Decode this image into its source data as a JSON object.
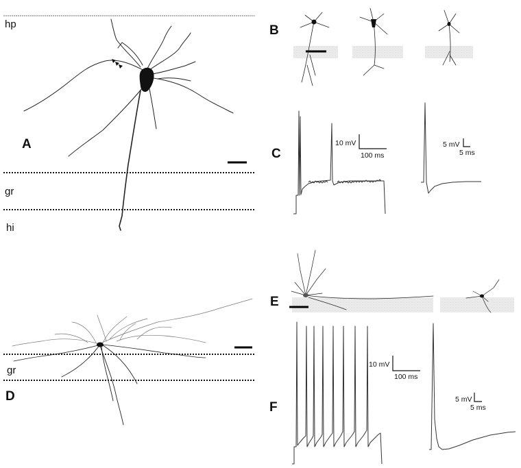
{
  "panels": {
    "A": {
      "label": "A",
      "regions": {
        "hp": "hp",
        "gr": "gr",
        "hi": "hi"
      }
    },
    "B": {
      "label": "B"
    },
    "C": {
      "label": "C",
      "cal_left": {
        "v": "10 mV",
        "t": "100 ms"
      },
      "cal_right": {
        "v": "5 mV",
        "t": "5 ms"
      }
    },
    "D": {
      "label": "D",
      "regions": {
        "gr": "gr"
      }
    },
    "E": {
      "label": "E"
    },
    "F": {
      "label": "F",
      "cal_left": {
        "v": "10 mV",
        "t": "100 ms"
      },
      "cal_right": {
        "v": "5 mV",
        "t": "5 ms"
      }
    }
  },
  "colors": {
    "ink": "#111111",
    "layer_band": "#e6e6e6",
    "trace": "#333333"
  }
}
